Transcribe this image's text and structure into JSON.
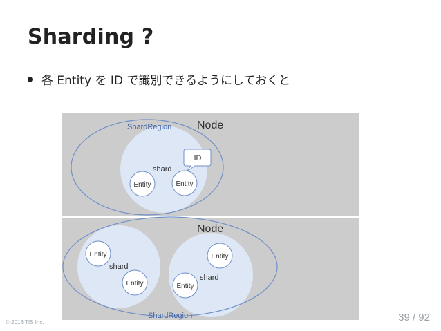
{
  "slide": {
    "title": "Sharding ?",
    "bullet": "各 Entity を ID で識別できるようにしておくと",
    "footer": "© 2016 TIS Inc.",
    "page_number": "39 / 92"
  },
  "diagram": {
    "node_top_label": "Node",
    "node_bottom_label": "Node",
    "shard_region_top_label": "ShardRegion",
    "shard_region_bottom_label": "ShardRegion",
    "id_callout": "ID",
    "top_shard_label": "shard",
    "top_entity_left": "Entity",
    "top_entity_right": "Entity",
    "bottom_left_shard_label": "shard",
    "bottom_left_entity_upper": "Entity",
    "bottom_left_entity_lower": "Entity",
    "bottom_right_shard_label": "shard",
    "bottom_right_entity_upper": "Entity",
    "bottom_right_entity_lower": "Entity",
    "colors": {
      "node_fill": "#cccccc",
      "shard_fill": "#dde7f5",
      "region_stroke": "#6f8fc8",
      "region_label": "#3f63a8",
      "text": "#333333"
    }
  }
}
